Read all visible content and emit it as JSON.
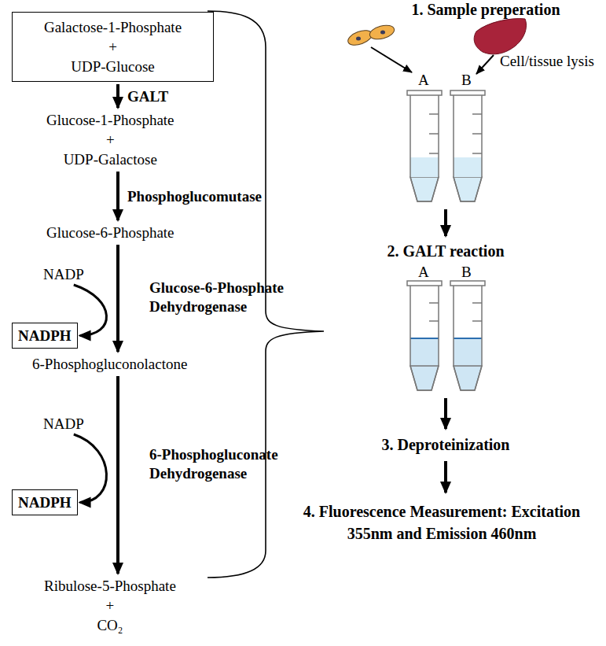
{
  "diagram": {
    "nodes": [
      {
        "text": [
          "Galactose-1-Phosphate",
          "+",
          "UDP-Glucose"
        ]
      },
      {
        "text": [
          "Glucose-1-Phosphate",
          "+",
          "UDP-Galactose"
        ]
      },
      {
        "text": [
          "Glucose-6-Phosphate"
        ]
      },
      {
        "text": [
          "NADP"
        ]
      },
      {
        "text": [
          "NADPH"
        ]
      },
      {
        "text": [
          "6-Phosphogluconolactone"
        ]
      },
      {
        "text": [
          "NADP"
        ]
      },
      {
        "text": [
          "NADPH"
        ]
      },
      {
        "text": [
          "Ribulose-5-Phosphate",
          "+",
          "CO₂"
        ]
      }
    ],
    "edges": [
      {
        "from": 0,
        "to": 1,
        "label": "GALT",
        "arrow": "to"
      },
      {
        "from": 1,
        "to": 2,
        "label": "Phosphoglucomutase",
        "arrow": "to"
      },
      {
        "from": 2,
        "to": 5,
        "label": "Glucose-6-Phosphate Dehydrogenase",
        "arrow": "to"
      },
      {
        "from": 3,
        "to": 4,
        "arrow": "to"
      },
      {
        "from": 5,
        "to": 8,
        "label": "6-Phosphogluconate Dehydrogenase",
        "arrow": "to"
      },
      {
        "from": 6,
        "to": 7,
        "arrow": "to"
      }
    ],
    "labels": [
      "1. Sample preperation",
      "Cell/tissue lysis",
      "A",
      "B",
      "2. GALT reaction",
      "A",
      "B",
      "3. Deproteinization",
      "4. Fluorescence Measurement: Excitation 355nm and Emission 460nm"
    ]
  }
}
